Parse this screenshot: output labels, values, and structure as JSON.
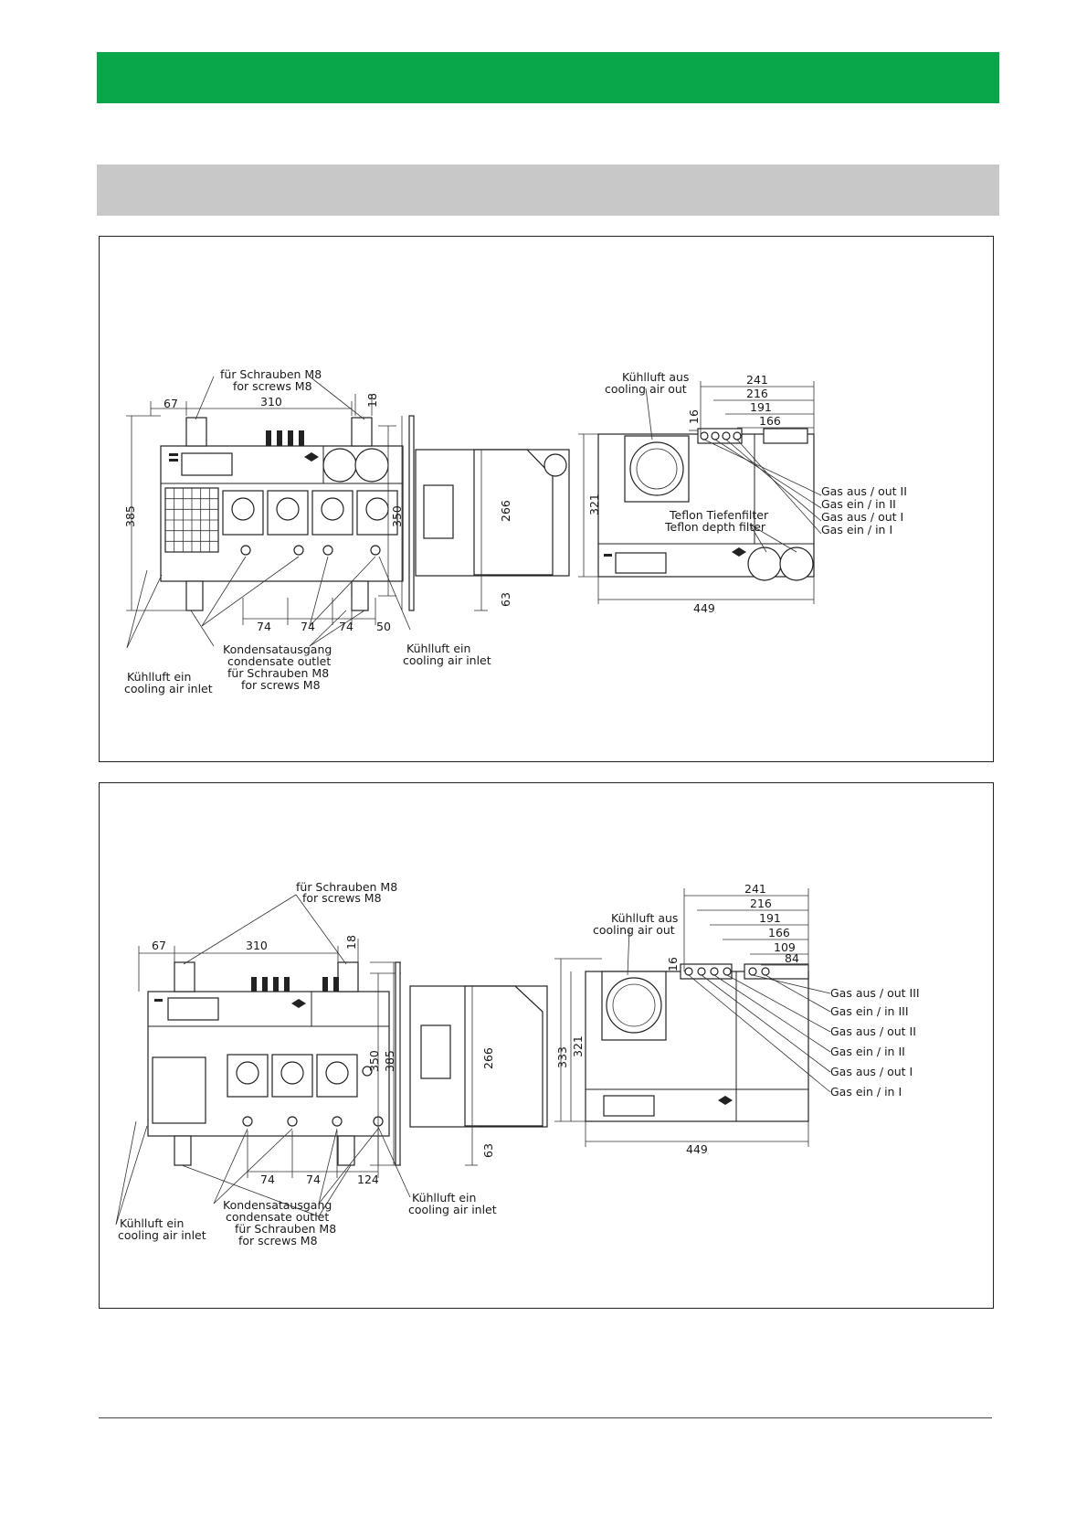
{
  "header": {
    "bar_color": "#0aa64a",
    "section_bar_color": "#c8c8c8"
  },
  "figure1": {
    "labels": {
      "screws_de": "für Schrauben M8",
      "screws_en": "for screws M8",
      "screws_de_2": "für Schrauben M8",
      "screws_en_2": "for screws M8",
      "condensate_de": "Kondensatausgang",
      "condensate_en": "condensate outlet",
      "air_in_de": "Kühlluft ein",
      "air_in_en": "cooling air inlet",
      "air_in_de_2": "Kühlluft ein",
      "air_in_en_2": "cooling air inlet",
      "air_out_de": "Kühlluft aus",
      "air_out_en": "cooling air out",
      "filter_de": "Teflon Tiefenfilter",
      "filter_en": "Teflon depth filter",
      "gas_out_2": "Gas aus / out II",
      "gas_in_2": "Gas ein / in II",
      "gas_out_1": "Gas aus / out I",
      "gas_in_1": "Gas ein / in I"
    },
    "dims": {
      "d67": "67",
      "d310": "310",
      "d18": "18",
      "d385": "385",
      "d350": "350",
      "d266": "266",
      "d63": "63",
      "d74a": "74",
      "d74b": "74",
      "d74c": "74",
      "d50": "50",
      "d241": "241",
      "d216": "216",
      "d191": "191",
      "d166": "166",
      "d16": "16",
      "d321": "321",
      "d449": "449"
    }
  },
  "figure2": {
    "labels": {
      "screws_de": "für Schrauben M8",
      "screws_en": "for screws M8",
      "screws_de_2": "für Schrauben M8",
      "screws_en_2": "for screws M8",
      "condensate_de": "Kondensatausgang",
      "condensate_en": "condensate outlet",
      "air_in_de": "Kühlluft ein",
      "air_in_en": "cooling air inlet",
      "air_in_de_2": "Kühlluft ein",
      "air_in_en_2": "cooling air inlet",
      "air_out_de": "Kühlluft aus",
      "air_out_en": "cooling air out",
      "gas_out_3": "Gas aus / out III",
      "gas_in_3": "Gas ein / in III",
      "gas_out_2": "Gas aus / out II",
      "gas_in_2": "Gas ein / in II",
      "gas_out_1": "Gas aus / out I",
      "gas_in_1": "Gas ein / in I"
    },
    "dims": {
      "d67": "67",
      "d310": "310",
      "d18": "18",
      "d350": "350",
      "d385": "385",
      "d266": "266",
      "d63": "63",
      "d74a": "74",
      "d74b": "74",
      "d124": "124",
      "d241": "241",
      "d216": "216",
      "d191": "191",
      "d166": "166",
      "d109": "109",
      "d84": "84",
      "d16": "16",
      "d333": "333",
      "d321": "321",
      "d449": "449"
    }
  }
}
